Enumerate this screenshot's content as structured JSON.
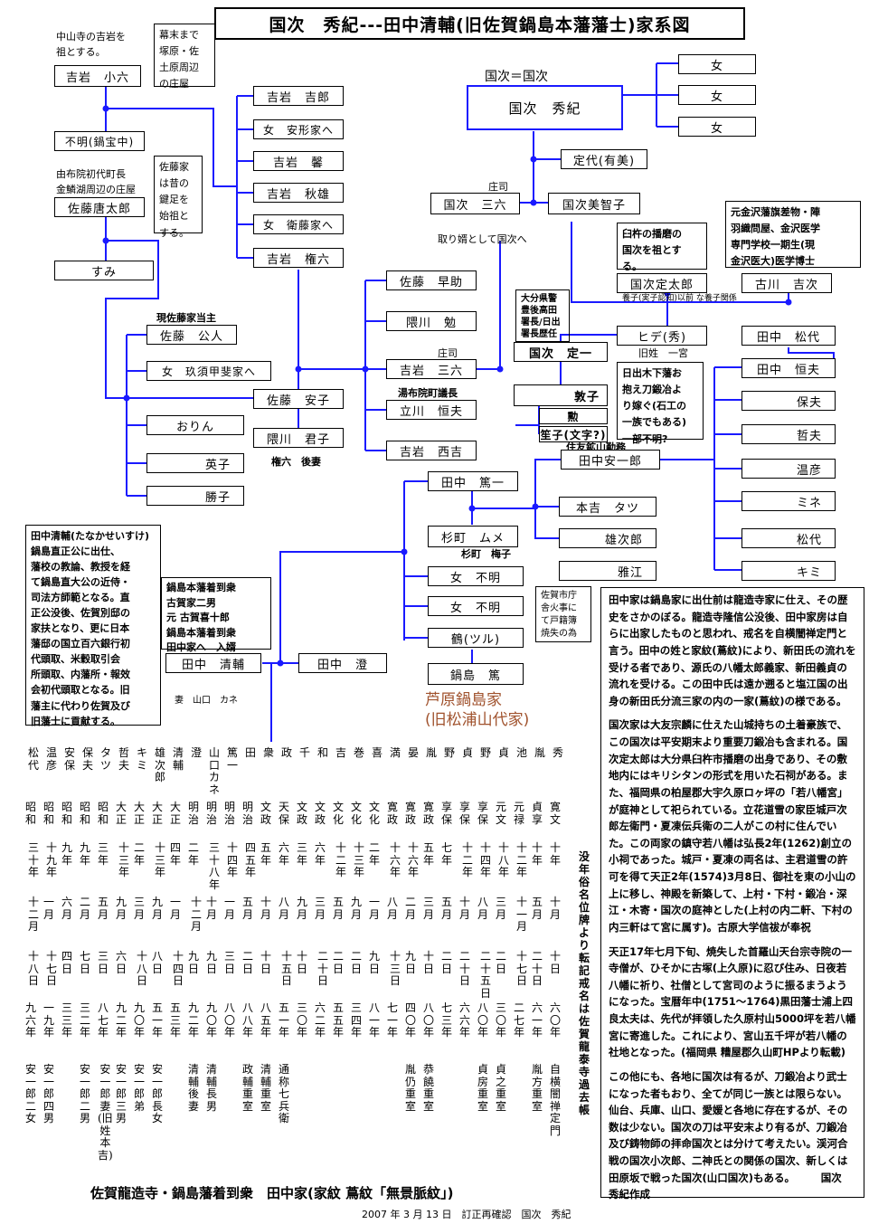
{
  "title": "国次　秀紀---田中清輔(旧佐賀鍋島本藩藩士)家系図",
  "colors": {
    "line": "#1a1aff",
    "brown": "#a0522d"
  },
  "notes": {
    "nakayama": "中山寺の吉岩を\n祖とする。",
    "bakumatsu": "幕末まで\n塚原・佐\n土原周辺\nの庄屋",
    "yufuin": "由布院初代町長\n金鱗湖周辺の庄屋",
    "sato_origin": "佐藤家\nは昔の\n鍵足を\n始祖と\nする。",
    "kunitsugu_eq": "国次＝国次",
    "shoji": "庄司",
    "toriyome": "取り婿として国次へ",
    "usuki": "臼杵の播磨の\n国次を祖とす\nる。",
    "kanazawa": "元金沢藩旗差物・陣\n羽織問屋、金沢医学\n専門学校一期生(現\n金沢医大)医学博士",
    "oita": "大分県警\n豊後高田\n署長/日出\n署長歴任",
    "yoshi": "養子(実子認知)以前 な養子関係",
    "kyusei": "旧姓　一宮",
    "hinode": "日出木下藩お\n抱え刀鍛冶よ\nり嫁ぐ(石工の\n一族でもある)\n一部不明?",
    "genzai": "現佐藤家当主",
    "gontsugi": "権六　後妻",
    "yufuin_chou": "湯布院町議長",
    "shoji2": "庄司",
    "sumitomo": "住友鉱山勤務",
    "sugimachi": "杉町　梅子",
    "saga": "佐賀市庁\n舎火事に\nて戸籍簿\n焼失の為",
    "ashihara": "芦原鍋島家",
    "matsura": "(旧松浦山代家)",
    "honhan": "鍋島本藩着到衆\n古賀家二男\n元 古賀喜十郎\n鍋島本藩着到衆\n田中家へ　入婿",
    "koga": "元 古賀喜十郎",
    "tsuma": "妻　山口　カネ",
    "seisuke": "田中清輔(たなかせいすけ)\n鍋島直正公に出仕、\n藩校の教論、教授を経\nて鍋島直大公の近侍・\n司法方師範となる。直\n正公没後、佐賀別邸の\n家扶となり、更に日本\n藩邸の国立百六銀行初\n代頭取、米穀取引会\n所頭取、内藩所・報效\n会初代頭取となる。旧\n藩主に代わり佐賀及び\n旧藩士に貢献する。"
  },
  "boxes": {
    "yoshiiwa_koroku": "吉岩　小六",
    "fumei": "不明(鍋宝中)",
    "sato_karataro": "佐藤唐太郎",
    "sumi": "すみ",
    "yoshiiwa_kichiro": "吉岩　吉郎",
    "onna_yasukata": "女　安形家へ",
    "yoshiiwa_kei": "吉岩　馨",
    "yoshiiwa_akio": "吉岩　秋雄",
    "onna_ei": "女　衛藤家へ",
    "yoshiiwa_gonroku": "吉岩　権六",
    "kunitsugi_hideki": "国次　秀紀",
    "onna1": "女",
    "onna2": "女",
    "onna3": "女",
    "sadayo": "定代(有美)",
    "kunitsugi_sanroku": "国次　三六",
    "kunitsugi_michiko": "国次美智子",
    "sato_hayasuke": "佐藤　早助",
    "kumakawa_tsutomu": "隈川　勉",
    "yoshiiwa_sanroku": "吉岩　三六",
    "tachikawa_tsuneo": "立川　恒夫",
    "yoshiiwa_nishiyoshi": "吉岩　西吉",
    "sato_kimiko": "佐藤　公人",
    "onna_kusu": "女　玖須甲斐家へ",
    "sato_yasuko": "佐藤　安子",
    "orin": "おりん",
    "eiko": "英子",
    "katsuko": "勝子",
    "kumakawa_kimiko": "隈川　君子",
    "kunitsugi_sadataro": "国次定太郎",
    "furukawa_kichiji": "古川　吉次",
    "hide": "ヒデ(秀)",
    "tanaka_matsuyo": "田中　松代",
    "kunitsugi_sadaichi": "国次　定一",
    "atsuko": "敦子",
    "isamu": "勲",
    "tanako": "笙子(文字?)",
    "tanaka_tsuneo": "田中　恒夫",
    "yasuo": "保夫",
    "tetsuo": "哲夫",
    "atsuhiko": "温彦",
    "mine": "ミネ",
    "matsuyo2": "松代",
    "kimi": "キミ",
    "tanaka_yasuichiro": "田中安一郎",
    "motoyoshi_tatsu": "本吉　タツ",
    "yujiro": "雄次郎",
    "masae": "雅江",
    "tanaka_tokuichi": "田中　篤一",
    "sugimachi_mume": "杉町　ムメ",
    "onna_fumei1": "女　不明",
    "onna_fumei2": "女　不明",
    "tsuru": "鶴(ツル)",
    "nabeshima_atsushi": "鍋島　篤",
    "tanaka_seisuke": "田中　清輔",
    "tanaka_kiyoshi": "田中　澄"
  },
  "grid": {
    "columns": [
      {
        "name": "松代",
        "era": "昭和",
        "yr": "三十\n年",
        "mo": "十\n二月",
        "dy": "十\n八日",
        "age": "九\n六\n年",
        "rel": "安\n一\n郎\n二\n女"
      },
      {
        "name": "温彦",
        "era": "昭和",
        "yr": "十\n九年",
        "mo": "一\n月",
        "dy": "十\n七日",
        "age": "一\n九\n年",
        "rel": "安\n一\n郎\n四\n男"
      },
      {
        "name": "安保",
        "era": "昭和",
        "yr": "九\n年",
        "mo": "六\n月",
        "dy": "四\n日",
        "age": "三\n三\n年",
        "rel": ""
      },
      {
        "name": "保夫",
        "era": "昭和",
        "yr": "九\n年",
        "mo": "二\n月",
        "dy": "七\n日",
        "age": "三\n二\n年",
        "rel": "安\n一\n郎\n二\n男"
      },
      {
        "name": "タツ",
        "era": "昭和",
        "yr": "三\n年",
        "mo": "五\n月",
        "dy": "三\n日",
        "age": "八\n七\n年",
        "rel": "安\n一\n郎\n妻\n(旧\n姓\n本\n吉)"
      },
      {
        "name": "哲夫",
        "era": "大正",
        "yr": "十\n三年",
        "mo": "九\n月",
        "dy": "六\n日",
        "age": "九\n二\n年",
        "rel": "安\n一\n郎\n三\n男"
      },
      {
        "name": "キミ",
        "era": "大正",
        "yr": "二\n年",
        "mo": "三\n月",
        "dy": "十\n八日",
        "age": "九\n〇\n年",
        "rel": "安\n一\n郎\n弟"
      },
      {
        "name": "雄次郎",
        "era": "大正",
        "yr": "十\n三年",
        "mo": "九\n月",
        "dy": "八\n日",
        "age": "五\n一\n年",
        "rel": "安\n一\n郎\n長\n女"
      },
      {
        "name": "清輔",
        "era": "大正",
        "yr": "四\n年",
        "mo": "一\n月",
        "dy": "十\n四日",
        "age": "五\n三\n年",
        "rel": ""
      },
      {
        "name": "澄",
        "era": "明治",
        "yr": "二\n年",
        "mo": "十\n二月",
        "dy": "九\n日",
        "age": "九\n二\n年",
        "rel": "清\n輔\n後\n妻"
      },
      {
        "name": "山口カネ",
        "era": "明治",
        "yr": "三\n十\n八年",
        "mo": "十\n月",
        "dy": "九\n日",
        "age": "九\n〇\n年",
        "rel": "清\n輔\n長\n男"
      },
      {
        "name": "篤一",
        "era": "明治",
        "yr": "十\n四年",
        "mo": "一\n月",
        "dy": "三\n日",
        "age": "八\n〇\n年",
        "rel": ""
      },
      {
        "name": "田",
        "era": "明治",
        "yr": "四\n五年",
        "mo": "五\n月",
        "dy": "二\n日",
        "age": "八\n八\n年",
        "rel": "政\n輔\n重\n室"
      },
      {
        "name": "衆",
        "era": "文政",
        "yr": "五\n年",
        "mo": "十\n月",
        "dy": "十\n日",
        "age": "八\n五\n年",
        "rel": "清\n輔\n重\n室"
      },
      {
        "name": "政",
        "era": "天保",
        "yr": "六\n年",
        "mo": "八\n月",
        "dy": "十\n五日",
        "age": "五\n一\n年",
        "rel": "通\n称\n七\n兵\n衛"
      },
      {
        "name": "千",
        "era": "文政",
        "yr": "三\n年",
        "mo": "九\n月",
        "dy": "十\n日",
        "age": "三\n〇\n年",
        "rel": ""
      },
      {
        "name": "和",
        "era": "文政",
        "yr": "六\n年",
        "mo": "三\n月",
        "dy": "二\n十日",
        "age": "六\n二\n年",
        "rel": ""
      },
      {
        "name": "吉",
        "era": "文化",
        "yr": "十\n二年",
        "mo": "五\n月",
        "dy": "二\n日",
        "age": "五\n五\n年",
        "rel": ""
      },
      {
        "name": "巻",
        "era": "文化",
        "yr": "十\n三年",
        "mo": "九\n月",
        "dy": "二\n日",
        "age": "三\n四\n年",
        "rel": ""
      },
      {
        "name": "喜",
        "era": "文化",
        "yr": "二\n年",
        "mo": "一\n月",
        "dy": "九\n日",
        "age": "八\n一\n年",
        "rel": ""
      },
      {
        "name": "満",
        "era": "寛政",
        "yr": "十\n六年",
        "mo": "八\n月",
        "dy": "十\n三日",
        "age": "七\n一\n年",
        "rel": ""
      },
      {
        "name": "晏",
        "era": "寛政",
        "yr": "十\n六年",
        "mo": "二\n月",
        "dy": "九\n日",
        "age": "四\n〇\n年",
        "rel": "胤\n仍\n重\n室"
      },
      {
        "name": "胤",
        "era": "寛政",
        "yr": "五\n年",
        "mo": "三\n月",
        "dy": "十\n日",
        "age": "八\n〇\n年",
        "rel": "恭\n饒\n重\n室"
      },
      {
        "name": "野",
        "era": "享保",
        "yr": "七\n年",
        "mo": "五\n月",
        "dy": "二\n日",
        "age": "七\n三\n年",
        "rel": ""
      },
      {
        "name": "貞",
        "era": "享保",
        "yr": "十\n二年",
        "mo": "十\n月",
        "dy": "二\n十\n日",
        "age": "六\n六\n年",
        "rel": ""
      },
      {
        "name": "野",
        "era": "享保",
        "yr": "十\n四年",
        "mo": "八\n月",
        "dy": "二\n十\n五日",
        "age": "八\n〇\n年",
        "rel": "貞\n房\n重\n室"
      },
      {
        "name": "貞",
        "era": "元文",
        "yr": "十\n八年",
        "mo": "三\n月",
        "dy": "二\n日",
        "age": "三\n〇\n年",
        "rel": "貞\n之\n重\n室"
      },
      {
        "name": "池",
        "era": "元禄",
        "yr": "十\n二年",
        "mo": "十\n一月",
        "dy": "十\n七日",
        "age": "二\n七\n年",
        "rel": ""
      },
      {
        "name": "胤",
        "era": "貞享",
        "yr": "十\n年",
        "mo": "五\n月",
        "dy": "二\n十\n日",
        "age": "六\n一\n年",
        "rel": "胤\n方\n重\n室"
      },
      {
        "name": "秀",
        "era": "寛文",
        "yr": "十\n年",
        "mo": "十\n月",
        "dy": "十\n日",
        "age": "六\n〇\n年",
        "rel": "自\n横\n闇\n禅\n定\n門"
      }
    ],
    "legend": "没　年　俗名位牌より転記　戒名は佐賀龍泰寺過去帳"
  },
  "side": {
    "tanaka": "田中家は鍋島家に出仕前は龍造寺家に仕え、その歴史をさかのぼる。龍造寺隆信公没後、田中家房は自らに出家したものと思われ、戒名を自横闇禅定門と言う。田中の姓と家紋(蔦紋)により、新田氏の流れを受ける者であり、源氏の八幡太郎義家、新田義貞の流れを受ける。この田中氏は遠か遡ると塩江国の出身の新田氏分流三家の内の一家(蔦紋)の様である。",
    "kunitsugu": "国次家は大友宗麟に仕えた山城持ちの土着豪族で、この国次は平安期末より重要刀鍛冶も含まれる。国次定太郎は大分県臼杵市播磨の出身であり、その敷地内にはキリシタンの形式を用いた石祠がある。また、福岡県の柏屋郡大宇久原ロヶ坪の「若八幡宮」が庭神として祀られている。立花道雪の家臣城戸次郎左衛門・夏凍伝兵衛の二人がこの村に住んでいた。この両家の鎮守若八幡は弘長2年(1262)創立の小祠であった。城戸・夏凍の両名は、主君道雪の許可を得て天正2年(1574)3月8日、御社を東の小山の上に移し、神殿を新築して、上村・下村・鍛冶・深江・木寄・国次の庭神とした(上村の内二軒、下村の内三軒はて宮に属す)。古原大学信祓が奉祝",
    "tensho": "天正17年七月下旬、焼失した首羅山天台宗寺院の一寺僧が、ひそかに古塚(上久原)に忍び住み、日夜若八幡に祈り、社僧として宮司のように振るまうようになった。宝暦年中(1751～1764)黒田藩士浦上四良太夫は、先代が拝領した久原村山5000坪を若八幡宮に寄進した。これにより、宮山五千坪が若八幡の社地となった。(福岡県 糟屋郡久山町HPより転載)",
    "other": "この他にも、各地に国次は有るが、刀鍛冶より武士になった者もおり、全てが同じ一族とは限らない。仙台、兵庫、山口、愛媛と各地に存在するが、その数は少ない。国次の刀は平安末より有るが、刀鍛冶及び鋳物師の拝命国次とは分けて考えたい。渓河合戦の国次小次郎、二神氏との関係の国次、新しくは田原坂で戦った国次(山口国次)もある。　　　国次　秀紀作成"
  },
  "footer": {
    "temple": "佐賀龍造寺・鍋島藩着到衆　田中家(家紋 蔦紋「無景脈紋」)",
    "date": "2007 年 3 月 13 日　訂正再確認　国次　秀紀"
  }
}
